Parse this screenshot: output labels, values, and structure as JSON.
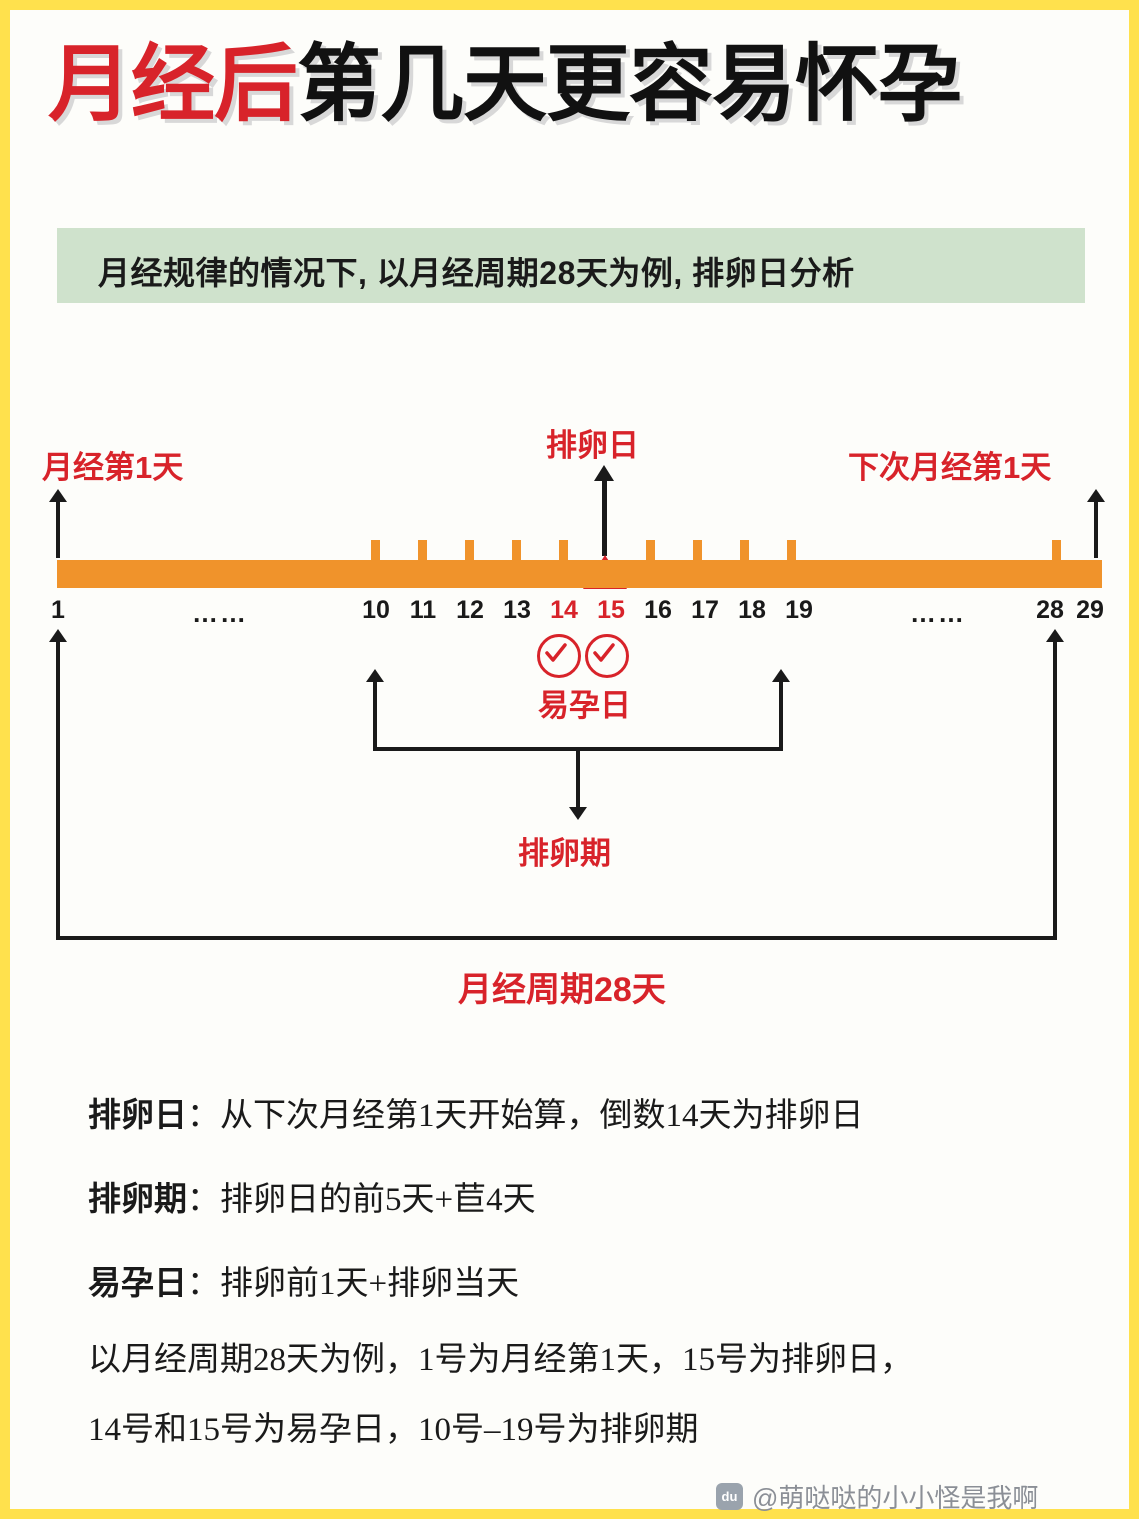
{
  "title": {
    "red_part": "月经后",
    "black_part": "第几天更容易怀孕"
  },
  "subtitle": "月经规律的情况下, 以月经周期28天为例, 排卵日分析",
  "diagram": {
    "label_first_day": "月经第1天",
    "label_ovulation_day": "排卵日",
    "label_next_first_day": "下次月经第1天",
    "label_fertile_days": "易孕日",
    "label_ovulation_window": "排卵期",
    "label_cycle": "月经周期28天",
    "day_start": "1",
    "dots_left": "……",
    "dots_right": "……",
    "day_28": "28",
    "day_29": "29",
    "days": [
      "10",
      "11",
      "12",
      "13",
      "14",
      "15",
      "16",
      "17",
      "18",
      "19"
    ],
    "fertile_days": [
      "14",
      "15"
    ],
    "check_icon": "check-icon"
  },
  "notes": [
    {
      "term": "排卵日",
      "sep": "：",
      "text": "从下次月经第1天开始算，倒数14天为排卵日"
    },
    {
      "term": "排卵期",
      "sep": "：",
      "text": "排卵日的前5天+苣4天"
    },
    {
      "term": "易孕日",
      "sep": "：",
      "text": "排卵前1天+排卵当天"
    }
  ],
  "summary": [
    "以月经周期28天为例，1号为月经第1天，15号为排卵日，",
    "14号和15号为易孕日，10号–19号为排卵期"
  ],
  "watermark": {
    "badge": "du",
    "text": "@萌哒哒的小小怪是我啊"
  },
  "colors": {
    "accent_red": "#d8232a",
    "bar_orange": "#f0932b",
    "band_green": "#cfe2cc",
    "border_yellow": "#ffe14d"
  }
}
